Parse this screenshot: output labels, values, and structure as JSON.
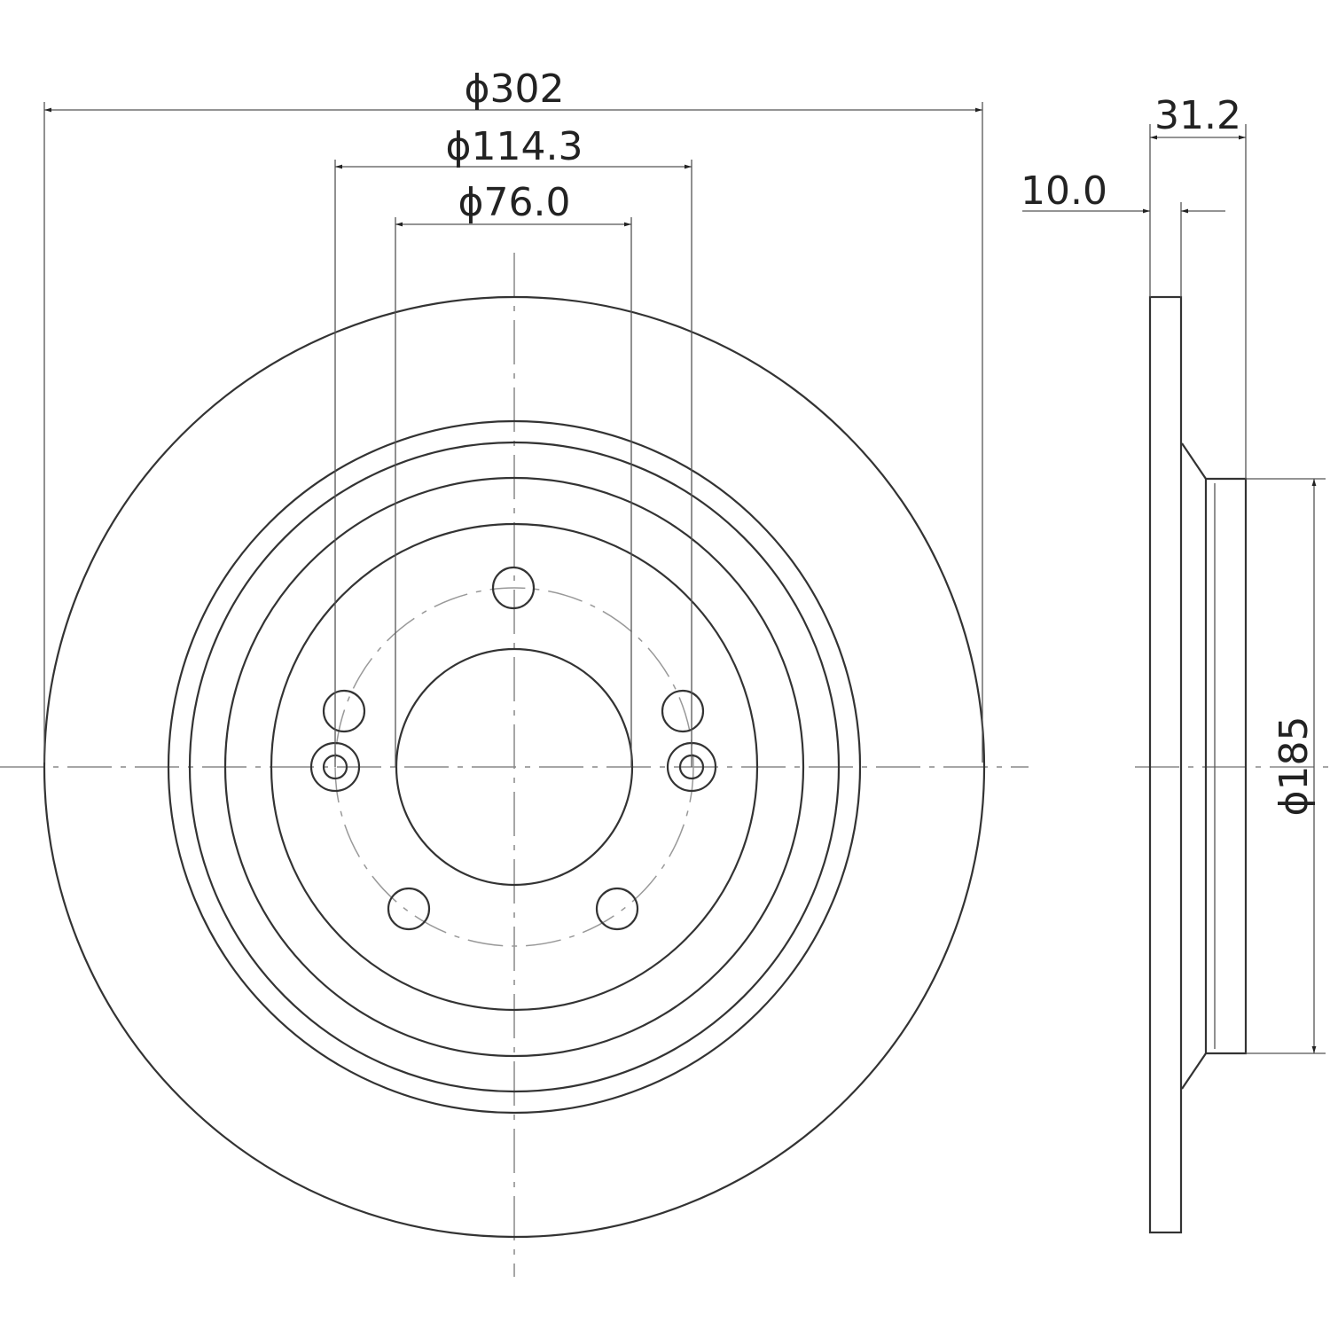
{
  "drawing": {
    "title": "Brake disc dimensional drawing",
    "dimensions": {
      "outer_diameter": "ϕ302",
      "bolt_circle": "ϕ114.3",
      "center_bore": "ϕ76.0",
      "total_height": "31.2",
      "disc_thickness": "10.0",
      "hat_diameter": "ϕ185"
    },
    "line_color": "#333333"
  }
}
